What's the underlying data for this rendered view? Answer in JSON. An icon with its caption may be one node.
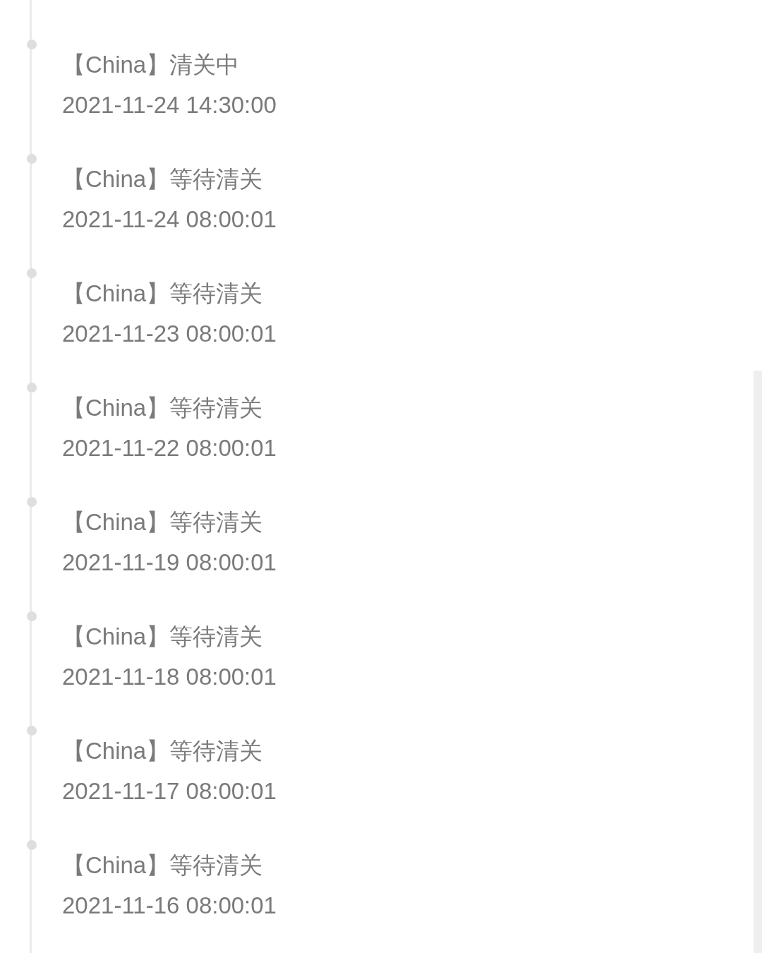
{
  "diagram": {
    "nodes": [
      {
        "text": [],
        "shape": "circle",
        "beside": [
          "【China】清关中",
          "2021-11-24 14:30:00"
        ]
      },
      {
        "text": [],
        "shape": "circle",
        "beside": [
          "【China】等待清关",
          "2021-11-24 08:00:01"
        ]
      },
      {
        "text": [],
        "shape": "circle",
        "beside": [
          "【China】等待清关",
          "2021-11-23 08:00:01"
        ]
      },
      {
        "text": [],
        "shape": "circle",
        "beside": [
          "【China】等待清关",
          "2021-11-22 08:00:01"
        ]
      },
      {
        "text": [],
        "shape": "circle",
        "beside": [
          "【China】等待清关",
          "2021-11-19 08:00:01"
        ]
      },
      {
        "text": [],
        "shape": "circle",
        "beside": [
          "【China】等待清关",
          "2021-11-18 08:00:01"
        ]
      },
      {
        "text": [],
        "shape": "circle",
        "beside": [
          "【China】等待清关",
          "2021-11-17 08:00:01"
        ]
      },
      {
        "text": [],
        "shape": "circle",
        "beside": [
          "【China】等待清关",
          "2021-11-16 08:00:01"
        ]
      }
    ]
  }
}
